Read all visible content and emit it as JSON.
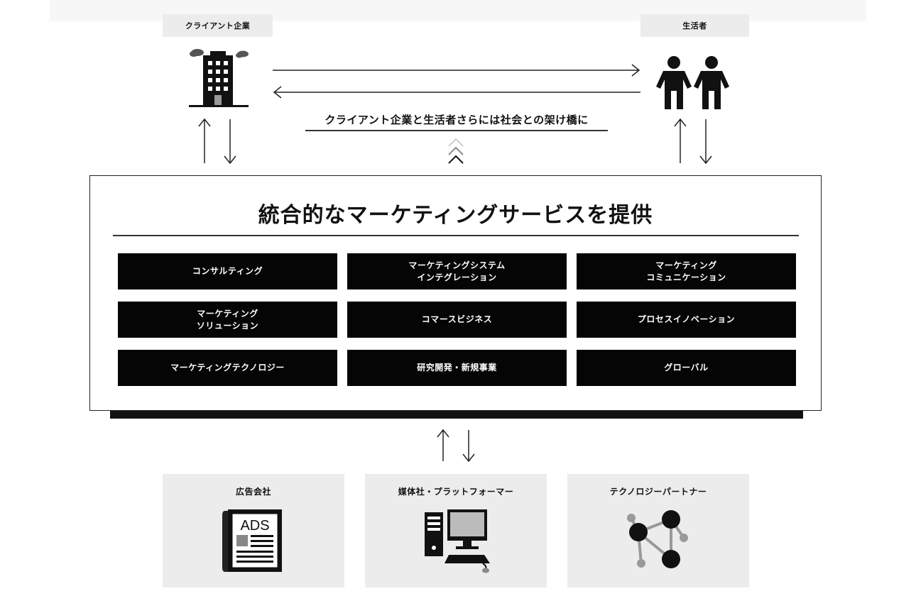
{
  "client": {
    "label": "クライアント企業",
    "icon": "office-building-icon"
  },
  "consumer": {
    "label": "生活者",
    "icon": "two-people-icon"
  },
  "bridge_text": "クライアント企業と生活者さらには社会との架け橋に",
  "main": {
    "title": "統合的なマーケティングサービスを提供",
    "services": [
      "コンサルティング",
      "マーケティングシステム\nインテグレーション",
      "マーケティング\nコミュニケーション",
      "マーケティング\nソリューション",
      "コマースビジネス",
      "プロセスイノベーション",
      "マーケティングテクノロジー",
      "研究開発・新規事業",
      "グローバル"
    ]
  },
  "partners": [
    {
      "label": "広告会社",
      "icon": "newspaper-ads-icon",
      "icon_text": "ADS"
    },
    {
      "label": "媒体社・プラットフォーマー",
      "icon": "desktop-computer-icon"
    },
    {
      "label": "テクノロジーパートナー",
      "icon": "network-nodes-icon"
    }
  ],
  "colors": {
    "dark": "#050505",
    "panel": "#ececec",
    "border": "#222222"
  }
}
